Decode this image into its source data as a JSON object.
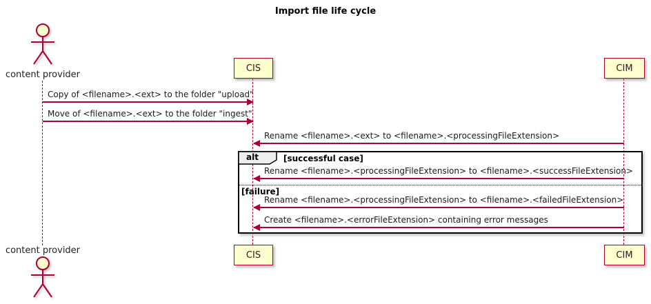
{
  "title": "Import file life cycle",
  "colors": {
    "accent": "#A80036",
    "participant_fill": "#FEFECE",
    "fragment_border": "#000000",
    "fragment_label_fill": "#EEEEEE",
    "text": "#1A1A1A"
  },
  "actor": {
    "label": "content provider"
  },
  "participants": [
    {
      "name": "CIS"
    },
    {
      "name": "CIM"
    }
  ],
  "messages": [
    {
      "from": "content provider",
      "to": "CIS",
      "text": "Copy of <filename>.<ext> to the folder \"upload\""
    },
    {
      "from": "content provider",
      "to": "CIS",
      "text": "Move of <filename>.<ext> to the folder \"ingest\""
    },
    {
      "from": "CIM",
      "to": "CIS",
      "text": "Rename <filename>.<ext> to <filename>.<processingFileExtension>"
    },
    {
      "from": "CIM",
      "to": "CIS",
      "text": "Rename <filename>.<processingFileExtension> to <filename>.<successFileExtension>"
    },
    {
      "from": "CIM",
      "to": "CIS",
      "text": "Rename <filename>.<processingFileExtension> to <filename>.<failedFileExtension>"
    },
    {
      "from": "CIM",
      "to": "CIS",
      "text": "Create <filename>.<errorFileExtension> containing error messages"
    }
  ],
  "fragment": {
    "operator": "alt",
    "sections": [
      {
        "guard": "[successful case]"
      },
      {
        "guard": "[failure]"
      }
    ]
  }
}
